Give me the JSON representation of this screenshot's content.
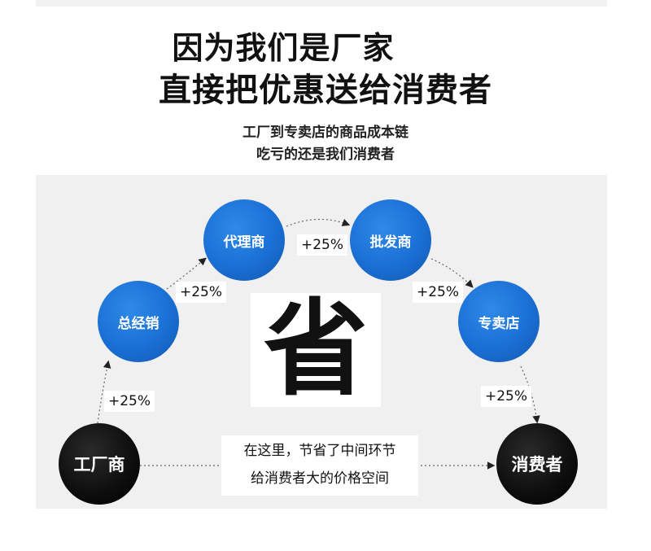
{
  "headline": {
    "line1": "因为我们是厂家",
    "line2": "直接把优惠送给消费者"
  },
  "subtitle": {
    "line1": "工厂到专卖店的商品成本链",
    "line2": "吃亏的还是我们消费者"
  },
  "nodes": {
    "factory": "工厂商",
    "distributor": "总经销",
    "agent": "代理商",
    "wholesaler": "批发商",
    "store": "专卖店",
    "consumer": "消费者"
  },
  "markups": {
    "factory_to_distributor": "+25%",
    "distributor_to_agent": "+25%",
    "agent_to_wholesaler": "+25%",
    "wholesaler_to_store": "+25%",
    "store_to_consumer": "+25%"
  },
  "center_char": "省",
  "note": {
    "line1": "在这里，节省了中间环节",
    "line2": "给消费者大的价格空间"
  },
  "colors": {
    "node_blue": "#1a6fd4",
    "node_black": "#0d0d0d",
    "panel_bg": "#f0f0f0"
  }
}
